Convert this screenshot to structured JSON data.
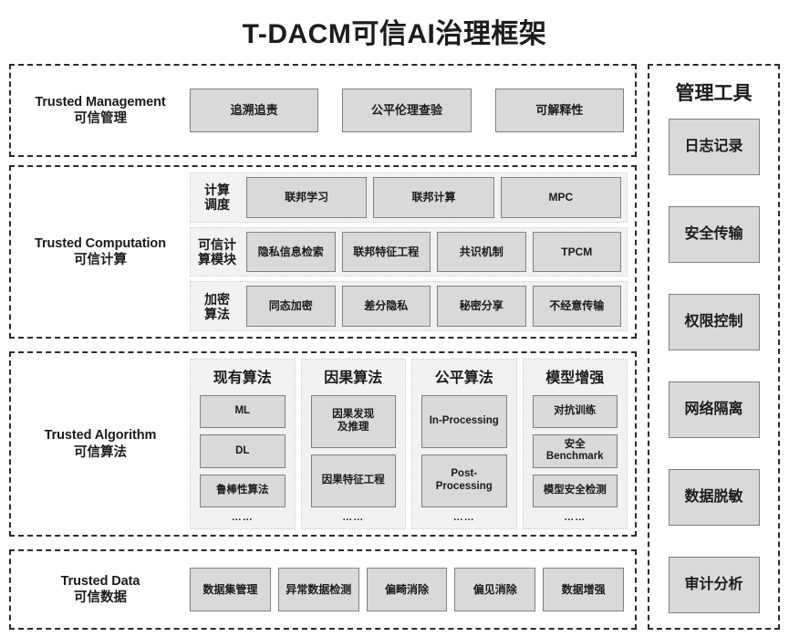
{
  "title": "T-DACM可信AI治理框架",
  "framework": {
    "bands": [
      {
        "id": "management",
        "label_en": "Trusted Management",
        "label_zh": "可信管理",
        "chips": [
          "追溯追责",
          "公平伦理查验",
          "可解释性"
        ]
      },
      {
        "id": "computation",
        "label_en": "Trusted Computation",
        "label_zh": "可信计算",
        "rows": [
          {
            "title": "计算\n调度",
            "title_line1": "计算",
            "title_line2": "调度",
            "chips": [
              "联邦学习",
              "联邦计算",
              "MPC"
            ]
          },
          {
            "title_line1": "可信计",
            "title_line2": "算模块",
            "chips": [
              "隐私信息检索",
              "联邦特征工程",
              "共识机制",
              "TPCM"
            ]
          },
          {
            "title_line1": "加密",
            "title_line2": "算法",
            "chips": [
              "同态加密",
              "差分隐私",
              "秘密分享",
              "不经意传输"
            ]
          }
        ]
      },
      {
        "id": "algorithm",
        "label_en": "Trusted Algorithm",
        "label_zh": "可信算法",
        "columns": [
          {
            "title": "现有算法",
            "items": [
              "ML",
              "DL",
              "鲁棒性算法"
            ],
            "ellipsis": "……"
          },
          {
            "title": "因果算法",
            "items": [
              "因果发现\n及推理",
              "因果特征工程"
            ],
            "ellipsis": "……"
          },
          {
            "title": "公平算法",
            "items": [
              "In-Processing",
              "Post-\nProcessing"
            ],
            "ellipsis": "……"
          },
          {
            "title": "模型增强",
            "items": [
              "对抗训练",
              "安全\nBenchmark",
              "模型安全检测"
            ],
            "ellipsis": "……"
          }
        ]
      },
      {
        "id": "data",
        "label_en": "Trusted Data",
        "label_zh": "可信数据",
        "chips": [
          "数据集管理",
          "异常数据检测",
          "偏畸消除",
          "偏见消除",
          "数据增强"
        ]
      }
    ]
  },
  "tools": {
    "title": "管理工具",
    "items": [
      "日志记录",
      "安全传输",
      "权限控制",
      "网络隔离",
      "数据脱敏",
      "审计分析"
    ]
  },
  "colors": {
    "chip_fill": "#d9d9d9",
    "chip_border": "#808080",
    "group_fill": "#f2f2f2",
    "panel_border": "#2b2b2b",
    "text": "#1a1a1a",
    "background": "#ffffff"
  }
}
